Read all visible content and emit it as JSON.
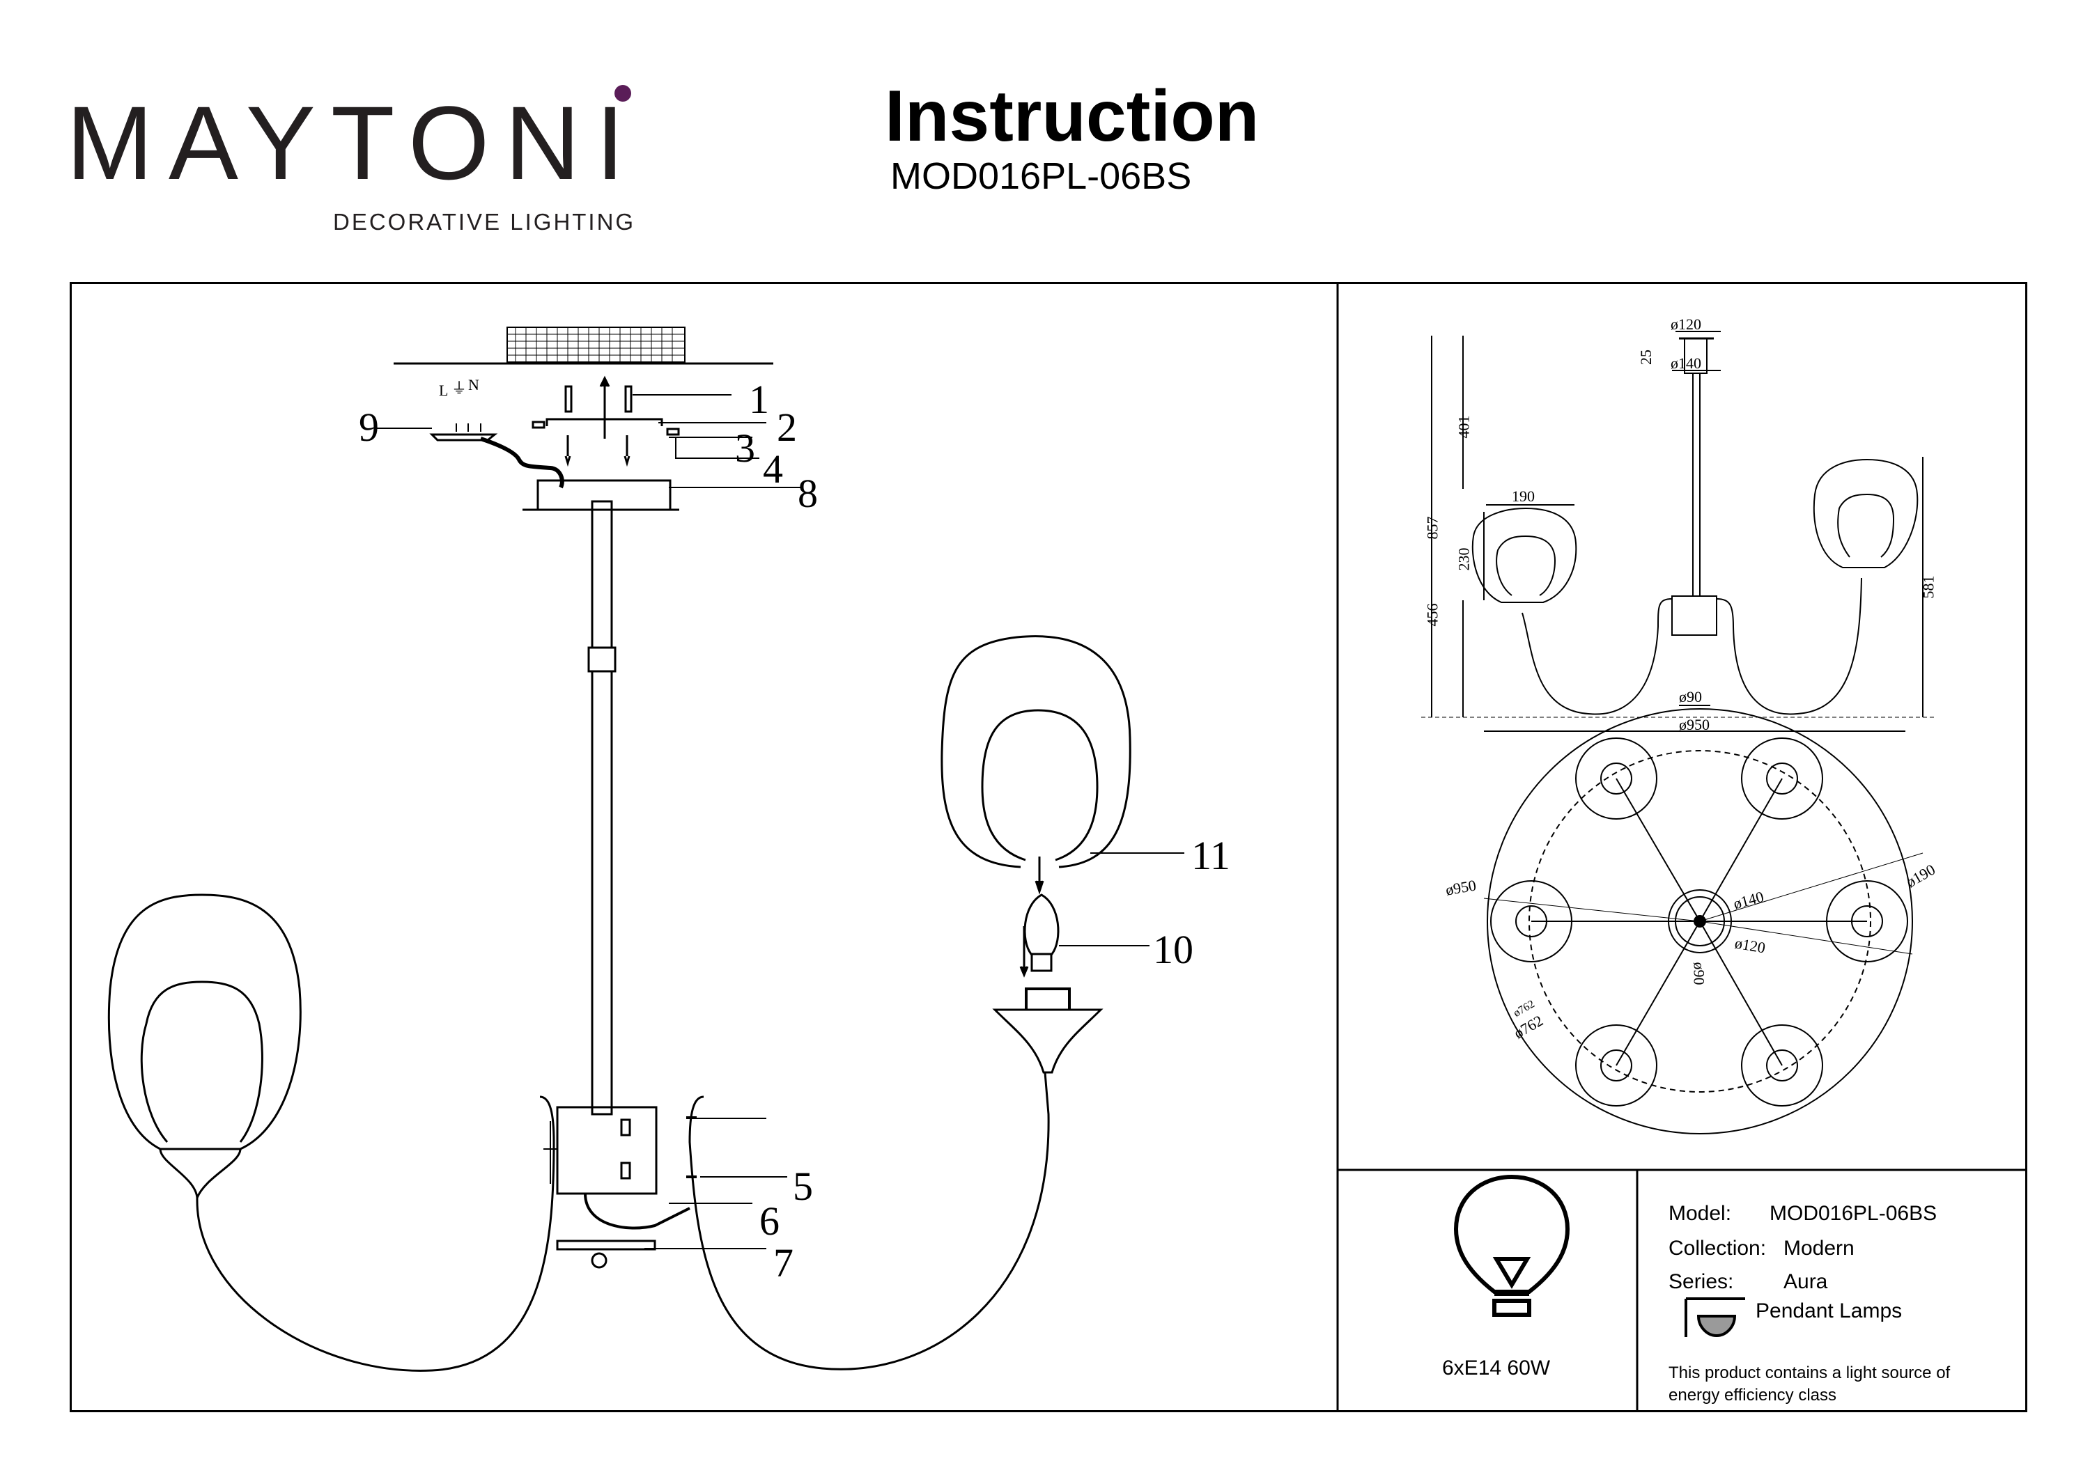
{
  "brand": {
    "name": "MAYTONI",
    "tagline": "DECORATIVE LIGHTING",
    "accent_color": "#5a1d58"
  },
  "header": {
    "title": "Instruction",
    "model_code": "MOD016PL-06BS"
  },
  "part_labels": [
    "1",
    "2",
    "3",
    "4",
    "5",
    "6",
    "7",
    "8",
    "9",
    "10",
    "11"
  ],
  "wiring_labels": {
    "live": "L",
    "earth": "⏚",
    "neutral": "N"
  },
  "dimensions": {
    "side": [
      "ø120",
      "25",
      "ø140",
      "401",
      "857",
      "190",
      "230",
      "456",
      "581",
      "ø90",
      "ø950"
    ],
    "top": [
      "ø950",
      "ø140",
      "ø120",
      "ø190",
      "ø90",
      "ø762",
      "ø762"
    ]
  },
  "power": {
    "icon": "bulb-icon",
    "spec": "6xE14 60W"
  },
  "product_info": {
    "model_label": "Model:",
    "model_value": "MOD016PL-06BS",
    "collection_label": "Collection:",
    "collection_value": "Modern",
    "series_label": "Series:",
    "series_value": "Aura",
    "type_icon": "pendant-lamp-icon",
    "type_value": "Pendant Lamps",
    "energy_line1": "This product contains a light source of",
    "energy_line2": "energy efficiency class"
  }
}
